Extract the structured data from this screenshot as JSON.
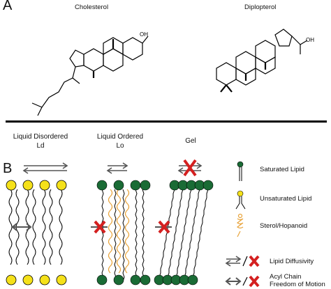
{
  "panel_a": {
    "letter": "A",
    "molecules": [
      {
        "name": "Cholesterol",
        "substituent": "OH"
      },
      {
        "name": "Diplopterol",
        "substituent": "OH"
      }
    ]
  },
  "panel_b": {
    "letter": "B",
    "phases": [
      {
        "line1": "Liquid Disordered",
        "line2": "Ld"
      },
      {
        "line1": "Liquid Ordered",
        "line2": "Lo"
      },
      {
        "line1": "Gel",
        "line2": ""
      }
    ],
    "legend": [
      {
        "label": "Saturated Lipid",
        "icon": "saturated-lipid-icon",
        "color": "#1a6b35"
      },
      {
        "label": "Unsaturated Lipid",
        "icon": "unsaturated-lipid-icon",
        "color": "#f5e11a"
      },
      {
        "label": "Sterol/Hopanoid",
        "icon": "sterol-icon",
        "color": "#e8a33a"
      },
      {
        "label": "Lipid Diffusivity",
        "icon": "diffusivity-arrow-icon",
        "color": "#555555"
      },
      {
        "label_line1": "Acyl Chain",
        "label_line2": "Freedom of Motion",
        "icon": "acyl-chain-icon",
        "color": "#d42020"
      }
    ]
  },
  "colors": {
    "saturated_head": "#1a6b35",
    "unsaturated_head": "#f5e11a",
    "sterol": "#e8a33a",
    "blocked_x": "#d42020",
    "arrow": "#555555"
  }
}
